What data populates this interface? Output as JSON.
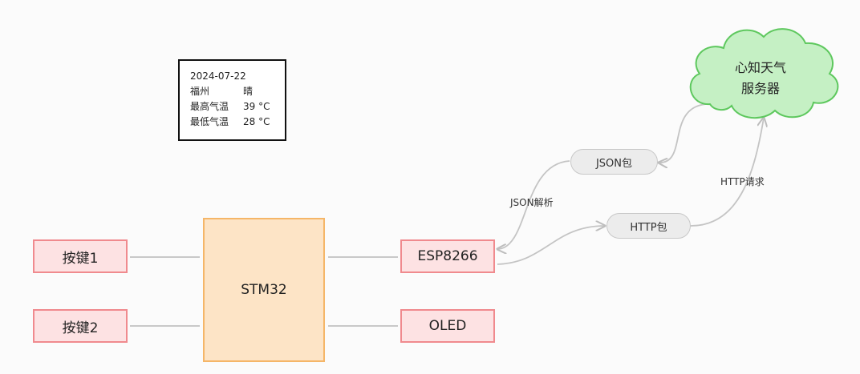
{
  "info_panel": {
    "date": "2024-07-22",
    "city": "福州",
    "weather": "晴",
    "high_label": "最高气温",
    "high_value": "39 °C",
    "low_label": "最低气温",
    "low_value": "28 °C"
  },
  "nodes": {
    "key1": "按键1",
    "key2": "按键2",
    "mcu": "STM32",
    "wifi": "ESP8266",
    "oled": "OLED",
    "server_line1": "心知天气",
    "server_line2": "服务器",
    "json_packet": "JSON包",
    "http_packet": "HTTP包"
  },
  "edge_labels": {
    "json_parse": "JSON解析",
    "http_request": "HTTP请求"
  },
  "colors": {
    "module_fill": "#fde2e3",
    "module_border": "#f08a8e",
    "mcu_fill": "#fde4c6",
    "mcu_border": "#f5b668",
    "cloud_fill": "#c5f0c4",
    "cloud_border": "#5ec85e",
    "pill_fill": "#ececec",
    "connector": "#c4c4c4"
  }
}
